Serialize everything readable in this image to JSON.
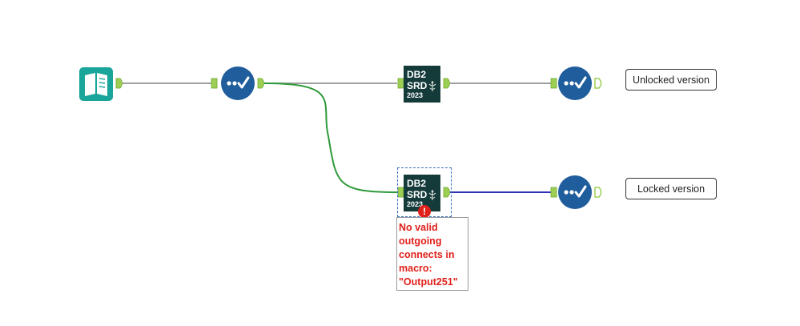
{
  "workflow": {
    "labels": {
      "unlocked": "Unlocked version",
      "locked": "Locked version"
    },
    "macro_tool": {
      "line1": "DB2",
      "line2": "SRD",
      "line3": "2023"
    },
    "error": {
      "badge": "!",
      "message": "No valid\noutgoing\nconnects in\nmacro:\n\"Output251\""
    }
  },
  "colors": {
    "input_tool": "#1aa59a",
    "browse_tool": "#1f5d9c",
    "macro_tool": "#143a3a",
    "anchor": "#9dcf55",
    "connection_gray": "#a0a0a0",
    "connection_green": "#2f9a3a",
    "connection_blue": "#3030b8",
    "error": "#e0201b"
  },
  "icons": [
    "input-data-icon",
    "select-tool-icon",
    "macro-tool-icon",
    "browse-tool-icon",
    "error-icon"
  ]
}
